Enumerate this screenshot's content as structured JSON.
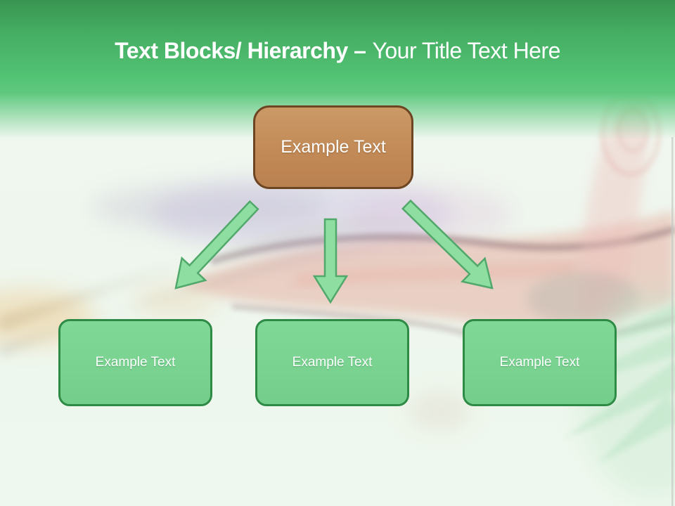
{
  "header": {
    "title_emphasis": "Text Blocks/ Hierarchy –",
    "title_rest": "Your Title Text Here"
  },
  "diagram": {
    "root": {
      "label": "Example Text"
    },
    "children": [
      {
        "label": "Example Text"
      },
      {
        "label": "Example Text"
      },
      {
        "label": "Example Text"
      }
    ],
    "arrows": [
      "down-left",
      "down",
      "down-right"
    ]
  },
  "colors": {
    "header_green_dark": "#389551",
    "header_green": "#52c273",
    "root_box_fill": "#c28a56",
    "root_box_border": "#6e4522",
    "child_box_fill": "#79d290",
    "child_box_border": "#2e8b46",
    "arrow_fill": "#8edda1",
    "arrow_border": "#50a86a",
    "title_text": "#ffffff",
    "box_text": "#ffffff"
  }
}
